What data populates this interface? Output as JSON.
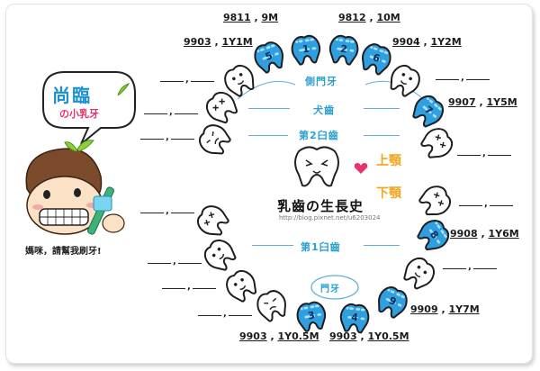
{
  "character": {
    "title": "尚臨",
    "subtitle": "の小乳牙",
    "caption": "媽咪，請幫我刷牙!"
  },
  "center": {
    "title": "乳齒の生長史",
    "url": "http://blog.pixnet.net/u6203024",
    "upper_jaw": "上顎",
    "lower_jaw": "下顎"
  },
  "guides": {
    "central_incisor": "側門牙",
    "canine": "犬齒",
    "second_molar": "第2臼齒",
    "first_molar": "第1臼齒",
    "incisor": "門牙"
  },
  "upper_teeth": [
    {
      "num": "5",
      "date": "9903",
      "age": "1Y1M",
      "filled": true
    },
    {
      "num": "1",
      "date": "9811",
      "age": "9M",
      "filled": true
    },
    {
      "num": "2",
      "date": "9812",
      "age": "10M",
      "filled": true
    },
    {
      "num": "6",
      "date": "9904",
      "age": "1Y2M",
      "filled": true
    },
    {
      "num": "7",
      "date": "9907",
      "age": "1Y5M",
      "filled": true
    }
  ],
  "lower_teeth": [
    {
      "num": "8",
      "date": "9908",
      "age": "1Y6M",
      "filled": true
    },
    {
      "num": "9",
      "date": "9909",
      "age": "1Y7M",
      "filled": true
    },
    {
      "num": "4",
      "date": "9903",
      "age": "1Y0.5M",
      "filled": true
    },
    {
      "num": "3",
      "date": "9903",
      "age": "1Y0.5M",
      "filled": true
    }
  ],
  "colors": {
    "tooth_fill": "#2f9fe0",
    "guide": "#5fb0d6",
    "jaw_label": "#f3a41a",
    "bubble_border": "#222222",
    "bubble_title": "#1a8fd1",
    "heart": "#e8336b"
  }
}
